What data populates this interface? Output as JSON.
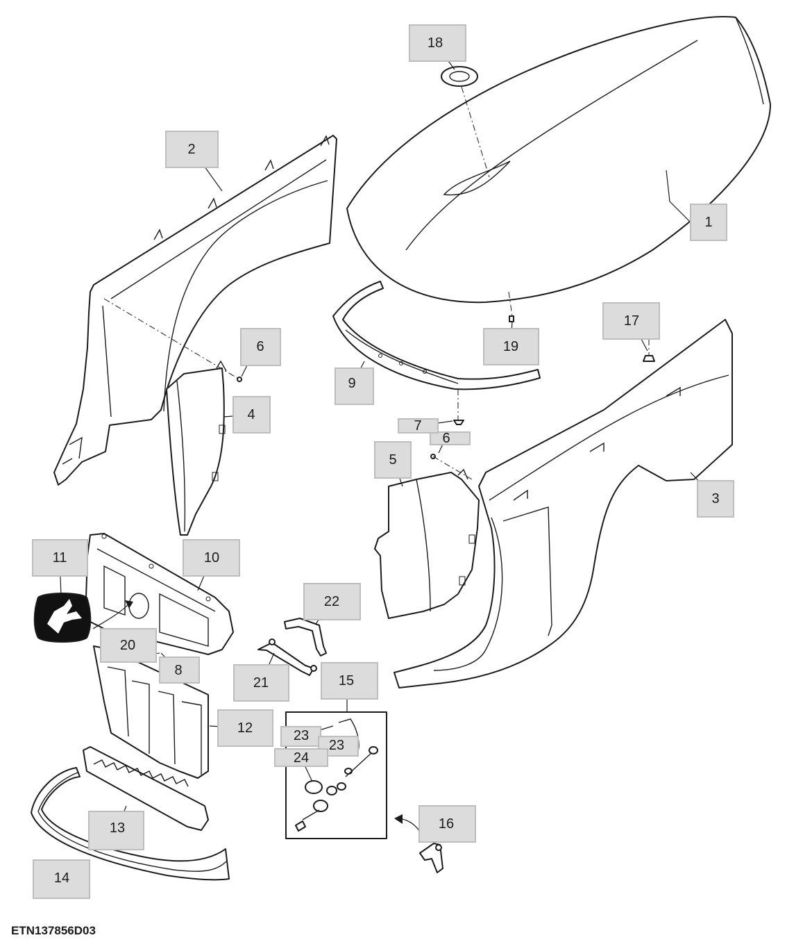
{
  "callouts": {
    "c1": "1",
    "c2": "2",
    "c3": "3",
    "c4": "4",
    "c5": "5",
    "c6a": "6",
    "c6b": "6",
    "c7": "7",
    "c8": "8",
    "c9": "9",
    "c10": "10",
    "c11": "11",
    "c12": "12",
    "c13": "13",
    "c14": "14",
    "c15": "15",
    "c16": "16",
    "c17": "17",
    "c18": "18",
    "c19": "19",
    "c20": "20",
    "c21": "21",
    "c22": "22",
    "c23a": "23",
    "c23b": "23",
    "c24": "24"
  },
  "footer": {
    "figure_id": "ETN137856D03"
  },
  "colors": {
    "line": "#1a1a1a",
    "callout_fill": "#dcdcdc",
    "callout_border": "#bdbdbd",
    "logo_bg": "#111111"
  }
}
